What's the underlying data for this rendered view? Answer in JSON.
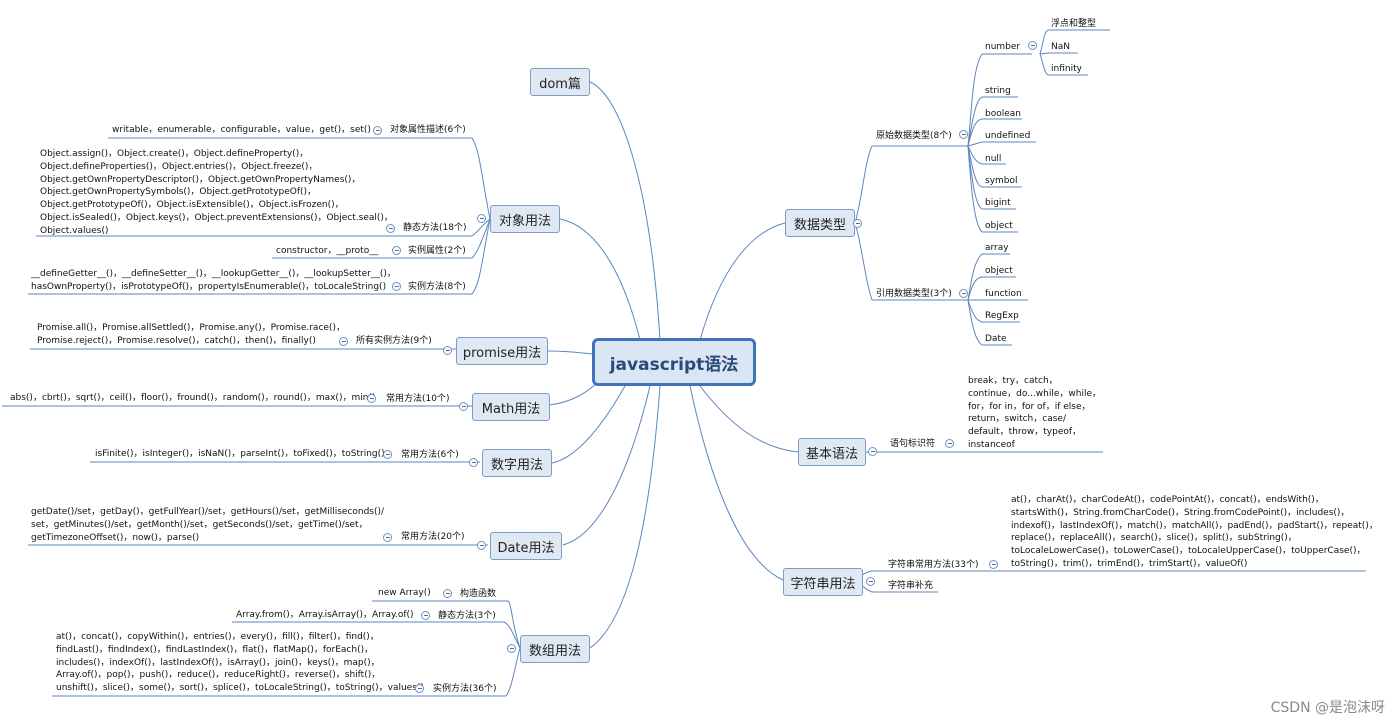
{
  "root": {
    "label": "javascript语法"
  },
  "right": {
    "data_types": {
      "label": "数据类型",
      "primitive": {
        "label": "原始数据类型(8个)",
        "number": {
          "label": "number",
          "children": [
            "浮点和整型",
            "NaN",
            "infinity"
          ]
        },
        "items": [
          "string",
          "boolean",
          "undefined",
          "null",
          "symbol",
          "bigint",
          "object"
        ]
      },
      "reference": {
        "label": "引用数据类型(3个)",
        "items": [
          "array",
          "object",
          "function",
          "RegExp",
          "Date"
        ]
      }
    },
    "basic_syntax": {
      "label": "基本语法",
      "statement": {
        "label": "语句标识符",
        "content": "break，try，catch，\ncontinue，do...while，while，\nfor，for in，for of，if else，\nreturn，switch，case/\ndefault，throw，typeof，\ninstanceof"
      }
    },
    "string_usage": {
      "label": "字符串用法",
      "common": {
        "label": "字符串常用方法(33个)",
        "content": "at()，charAt()，charCodeAt()，codePointAt()，concat()，endsWith()，\nstartsWith()，String.fromCharCode()，String.fromCodePoint()，includes()，\nindexof()，lastIndexOf()，match()，matchAll()，padEnd()，padStart()，repeat()，\nreplace()，replaceAll()，search()，slice()，split()，subString()，\ntoLocaleLowerCase()，toLowerCase()，toLocaleUpperCase()，toUpperCase()，\ntoString()，trim()，trimEnd()，trimStart()，valueOf()"
      },
      "supplement": {
        "label": "字符串补充"
      }
    }
  },
  "left": {
    "dom": {
      "label": "dom篇"
    },
    "object_usage": {
      "label": "对象用法",
      "prop_desc": {
        "label": "对象属性描述(6个)",
        "content": "writable，enumerable，configurable，value，get()，set()"
      },
      "static_methods": {
        "label": "静态方法(18个)",
        "content": "Object.assign()，Object.create()，Object.defineProperty()，\nObject.defineProperties()，Object.entries()，Object.freeze()，\nObject.getOwnPropertyDescriptor()，Object.getOwnPropertyNames()，\nObject.getOwnPropertySymbols()，Object.getPrototypeOf()，\nObject.getPrototypeOf()，Object.isExtensible()，Object.isFrozen()，\nObject.isSealed()，Object.keys()，Object.preventExtensions()，Object.seal()，\nObject.values()"
      },
      "instance_props": {
        "label": "实例属性(2个)",
        "content": "constructor，__proto__"
      },
      "instance_methods": {
        "label": "实例方法(8个)",
        "content": "__defineGetter__()，__defineSetter__()，__lookupGetter__()，__lookupSetter__()，\nhasOwnProperty()，isPrototypeOf()，propertyIsEnumerable()，toLocaleString()"
      }
    },
    "promise_usage": {
      "label": "promise用法",
      "methods": {
        "label": "所有实例方法(9个)",
        "content": "Promise.all()，Promise.allSettled()，Promise.any()，Promise.race()，\nPromise.reject()，Promise.resolve()，catch()，then()，finally()"
      }
    },
    "math_usage": {
      "label": "Math用法",
      "methods": {
        "label": "常用方法(10个)",
        "content": "abs()，cbrt()，sqrt()，ceil()，floor()，fround()，random()，round()，max()，min()"
      }
    },
    "number_usage": {
      "label": "数字用法",
      "methods": {
        "label": "常用方法(6个)",
        "content": "isFinite()，isInteger()，isNaN()，parseInt()，toFixed()，toString()"
      }
    },
    "date_usage": {
      "label": "Date用法",
      "methods": {
        "label": "常用方法(20个)",
        "content": "getDate()/set，getDay()，getFullYear()/set，getHours()/set，getMilliseconds()/\nset，getMinutes()/set，getMonth()/set，getSeconds()/set，getTime()/set，\ngetTimezoneOffset()，now()，parse()"
      }
    },
    "array_usage": {
      "label": "数组用法",
      "constructor": {
        "label": "构造函数",
        "content": "new Array()"
      },
      "static_methods": {
        "label": "静态方法(3个)",
        "content": "Array.from()，Array.isArray()，Array.of()"
      },
      "instance_methods": {
        "label": "实例方法(36个)",
        "content": "at()，concat()，copyWithin()，entries()，every()，fill()，filter()，find()，\nfindLast()，findIndex()，findLastIndex()，flat()，flatMap()，forEach()，\nincludes()，indexOf()，lastIndexOf()，isArray()，join()，keys()，map()，\nArray.of()，pop()，push()，reduce()，reduceRight()，reverse()，shift()，\nunshift()，slice()，some()，sort()，splice()，toLocaleString()，toString()，values()"
      }
    }
  },
  "watermark": "CSDN @是泡沫呀",
  "colors": {
    "line": "#5b86bf",
    "node_fill": "#dfe8f3",
    "node_border": "#7f9dc4",
    "root_border": "#3f74b8"
  }
}
